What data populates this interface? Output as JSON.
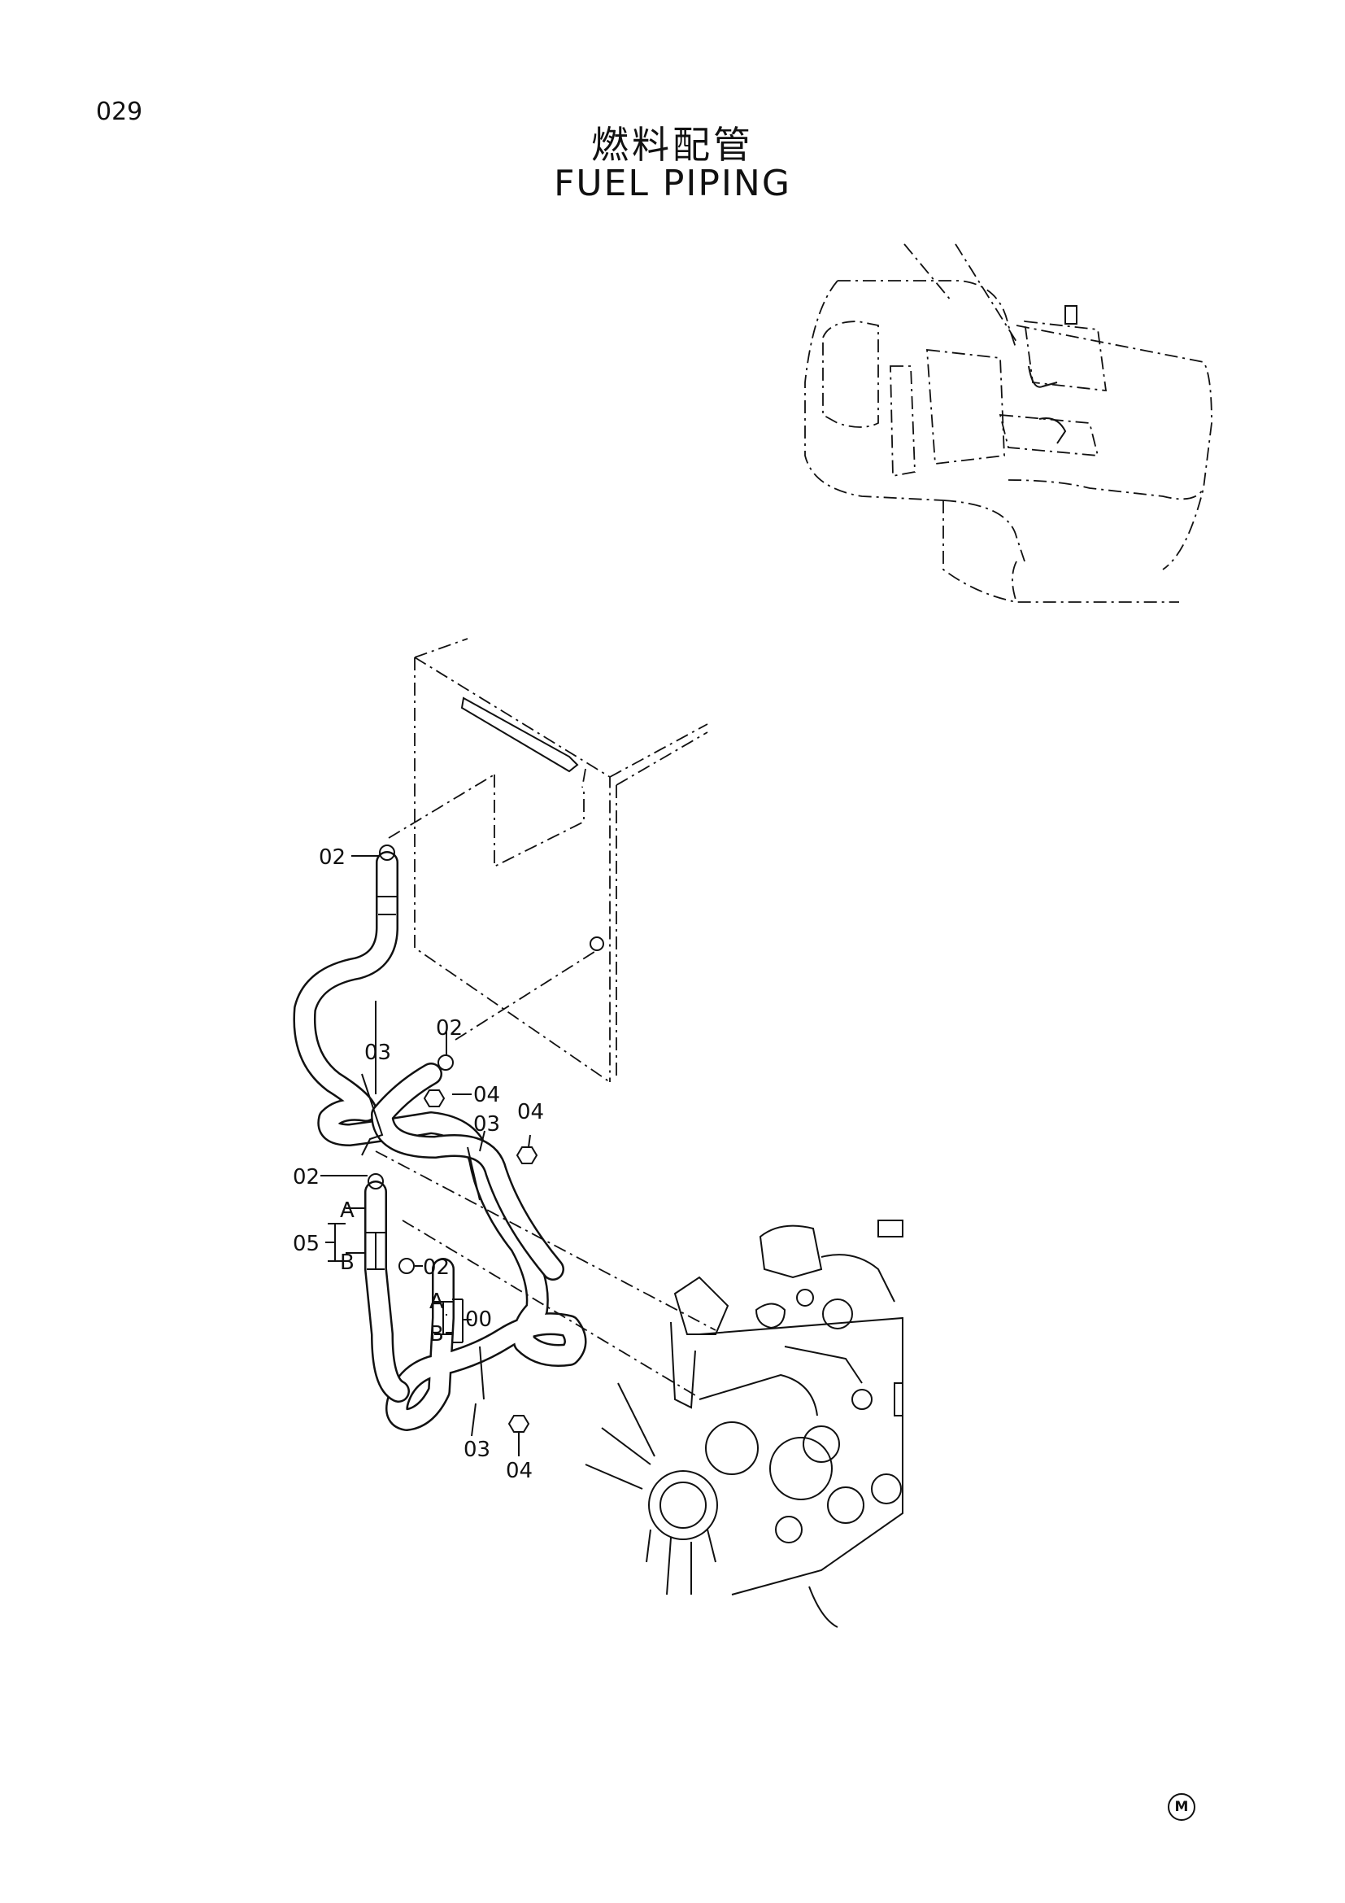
{
  "header": {
    "page_number": "029",
    "title_jp": "燃料配管",
    "title_en": "FUEL  PIPING"
  },
  "footer": {
    "mark": "M"
  },
  "callouts": {
    "c1": "02",
    "c2": "02",
    "c3": "03",
    "c4": "04",
    "c5": "03",
    "c6": "04",
    "c7": "02",
    "c8": "05",
    "c9": "A",
    "c10": "B",
    "c11": "02",
    "c12": "A",
    "c13": "B",
    "c14": "00",
    "c15": "03",
    "c16": "04"
  }
}
